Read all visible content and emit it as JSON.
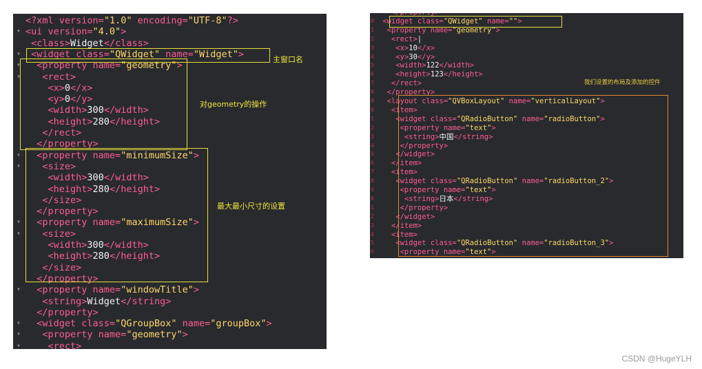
{
  "left_panel": {
    "lines": [
      {
        "g": "",
        "parts": [
          [
            "decl",
            "<?xml "
          ],
          [
            "attr",
            "version="
          ],
          [
            "str",
            "\"1.0\""
          ],
          [
            "attr",
            " encoding="
          ],
          [
            "str",
            "\"UTF-8\""
          ],
          [
            "decl",
            "?>"
          ]
        ]
      },
      {
        "g": "▾",
        "parts": [
          [
            "tag",
            "<ui "
          ],
          [
            "attr",
            "version="
          ],
          [
            "str",
            "\"4.0\""
          ],
          [
            "tag",
            ">"
          ]
        ]
      },
      {
        "g": "",
        "parts": [
          [
            "txt",
            " "
          ],
          [
            "tag",
            "<class>"
          ],
          [
            "txt",
            "Widget"
          ],
          [
            "tag",
            "</class>"
          ]
        ]
      },
      {
        "g": "▾",
        "parts": [
          [
            "txt",
            " "
          ],
          [
            "tag",
            "<widget "
          ],
          [
            "attr",
            "class="
          ],
          [
            "str",
            "\"QWidget\""
          ],
          [
            "attr",
            " name="
          ],
          [
            "str",
            "\"Widget\""
          ],
          [
            "tag",
            ">"
          ]
        ]
      },
      {
        "g": "▾",
        "parts": [
          [
            "txt",
            "  "
          ],
          [
            "tag",
            "<property "
          ],
          [
            "attr",
            "name="
          ],
          [
            "str",
            "\"geometry\""
          ],
          [
            "tag",
            ">"
          ]
        ]
      },
      {
        "g": "▾",
        "parts": [
          [
            "txt",
            "   "
          ],
          [
            "tag",
            "<rect>"
          ]
        ]
      },
      {
        "g": "",
        "parts": [
          [
            "txt",
            "    "
          ],
          [
            "tag",
            "<x>"
          ],
          [
            "txt",
            "0"
          ],
          [
            "tag",
            "</x>"
          ]
        ]
      },
      {
        "g": "",
        "parts": [
          [
            "txt",
            "    "
          ],
          [
            "tag",
            "<y>"
          ],
          [
            "txt",
            "0"
          ],
          [
            "tag",
            "</y>"
          ]
        ]
      },
      {
        "g": "",
        "parts": [
          [
            "txt",
            "    "
          ],
          [
            "tag",
            "<width>"
          ],
          [
            "txt",
            "300"
          ],
          [
            "tag",
            "</width>"
          ]
        ]
      },
      {
        "g": "",
        "parts": [
          [
            "txt",
            "    "
          ],
          [
            "tag",
            "<height>"
          ],
          [
            "txt",
            "280"
          ],
          [
            "tag",
            "</height>"
          ]
        ]
      },
      {
        "g": "",
        "parts": [
          [
            "txt",
            "   "
          ],
          [
            "tag",
            "</rect>"
          ]
        ]
      },
      {
        "g": "",
        "parts": [
          [
            "txt",
            "  "
          ],
          [
            "tag",
            "</property>"
          ]
        ]
      },
      {
        "g": "▾",
        "parts": [
          [
            "txt",
            "  "
          ],
          [
            "tag",
            "<property "
          ],
          [
            "attr",
            "name="
          ],
          [
            "str",
            "\"minimumSize\""
          ],
          [
            "tag",
            ">"
          ]
        ]
      },
      {
        "g": "▾",
        "parts": [
          [
            "txt",
            "   "
          ],
          [
            "tag",
            "<size>"
          ]
        ]
      },
      {
        "g": "",
        "parts": [
          [
            "txt",
            "    "
          ],
          [
            "tag",
            "<width>"
          ],
          [
            "txt",
            "300"
          ],
          [
            "tag",
            "</width>"
          ]
        ]
      },
      {
        "g": "",
        "parts": [
          [
            "txt",
            "    "
          ],
          [
            "tag",
            "<height>"
          ],
          [
            "txt",
            "280"
          ],
          [
            "tag",
            "</height>"
          ]
        ]
      },
      {
        "g": "",
        "parts": [
          [
            "txt",
            "   "
          ],
          [
            "tag",
            "</size>"
          ]
        ]
      },
      {
        "g": "",
        "parts": [
          [
            "txt",
            "  "
          ],
          [
            "tag",
            "</property>"
          ]
        ]
      },
      {
        "g": "▾",
        "parts": [
          [
            "txt",
            "  "
          ],
          [
            "tag",
            "<property "
          ],
          [
            "attr",
            "name="
          ],
          [
            "str",
            "\"maximumSize\""
          ],
          [
            "tag",
            ">"
          ]
        ]
      },
      {
        "g": "▾",
        "parts": [
          [
            "txt",
            "   "
          ],
          [
            "tag",
            "<size>"
          ]
        ]
      },
      {
        "g": "",
        "parts": [
          [
            "txt",
            "    "
          ],
          [
            "tag",
            "<width>"
          ],
          [
            "txt",
            "300"
          ],
          [
            "tag",
            "</width>"
          ]
        ]
      },
      {
        "g": "",
        "parts": [
          [
            "txt",
            "    "
          ],
          [
            "tag",
            "<height>"
          ],
          [
            "txt",
            "280"
          ],
          [
            "tag",
            "</height>"
          ]
        ]
      },
      {
        "g": "",
        "parts": [
          [
            "txt",
            "   "
          ],
          [
            "tag",
            "</size>"
          ]
        ]
      },
      {
        "g": "",
        "parts": [
          [
            "txt",
            "  "
          ],
          [
            "tag",
            "</property>"
          ]
        ]
      },
      {
        "g": "▾",
        "parts": [
          [
            "txt",
            "  "
          ],
          [
            "tag",
            "<property "
          ],
          [
            "attr",
            "name="
          ],
          [
            "str",
            "\"windowTitle\""
          ],
          [
            "tag",
            ">"
          ]
        ]
      },
      {
        "g": "",
        "parts": [
          [
            "txt",
            "   "
          ],
          [
            "tag",
            "<string>"
          ],
          [
            "txt",
            "Widget"
          ],
          [
            "tag",
            "</string>"
          ]
        ]
      },
      {
        "g": "",
        "parts": [
          [
            "txt",
            "  "
          ],
          [
            "tag",
            "</property>"
          ]
        ]
      },
      {
        "g": "▾",
        "parts": [
          [
            "txt",
            "  "
          ],
          [
            "tag",
            "<widget "
          ],
          [
            "attr",
            "class="
          ],
          [
            "str",
            "\"QGroupBox\""
          ],
          [
            "attr",
            " name="
          ],
          [
            "str",
            "\"groupBox\""
          ],
          [
            "tag",
            ">"
          ]
        ]
      },
      {
        "g": "▾",
        "parts": [
          [
            "txt",
            "   "
          ],
          [
            "tag",
            "<property "
          ],
          [
            "attr",
            "name="
          ],
          [
            "str",
            "\"geometry\""
          ],
          [
            "tag",
            ">"
          ]
        ]
      },
      {
        "g": "▾",
        "parts": [
          [
            "txt",
            "    "
          ],
          [
            "tag",
            "<rect>"
          ]
        ]
      }
    ],
    "annotations": {
      "main_window_name": "主窗口名",
      "geometry_op": "对geometry的操作",
      "size_settings": "最大最小尺寸的设置"
    }
  },
  "right_panel": {
    "lines": [
      {
        "g": "",
        "parts": [
          [
            "tag",
            "   </property>"
          ]
        ]
      },
      {
        "g": "0",
        "parts": [
          [
            "txt",
            " "
          ],
          [
            "tag",
            "<widget "
          ],
          [
            "attr",
            "class="
          ],
          [
            "str",
            "\"QWidget\""
          ],
          [
            "attr",
            " name="
          ],
          [
            "str",
            "\"\""
          ],
          [
            "tag",
            ">"
          ]
        ]
      },
      {
        "g": "1",
        "parts": [
          [
            "txt",
            "  "
          ],
          [
            "tag",
            "<property "
          ],
          [
            "attr",
            "name="
          ],
          [
            "str",
            "\"geometry\""
          ],
          [
            "tag",
            ">"
          ]
        ]
      },
      {
        "g": "2",
        "parts": [
          [
            "txt",
            "   "
          ],
          [
            "tag",
            "<rect>"
          ],
          [
            "txt",
            "|"
          ]
        ]
      },
      {
        "g": "3",
        "parts": [
          [
            "txt",
            "    "
          ],
          [
            "tag",
            "<x>"
          ],
          [
            "txt",
            "10"
          ],
          [
            "tag",
            "</x>"
          ]
        ]
      },
      {
        "g": "4",
        "parts": [
          [
            "txt",
            "    "
          ],
          [
            "tag",
            "<y>"
          ],
          [
            "txt",
            "30"
          ],
          [
            "tag",
            "</y>"
          ]
        ]
      },
      {
        "g": "5",
        "parts": [
          [
            "txt",
            "    "
          ],
          [
            "tag",
            "<width>"
          ],
          [
            "txt",
            "122"
          ],
          [
            "tag",
            "</width>"
          ]
        ]
      },
      {
        "g": "6",
        "parts": [
          [
            "txt",
            "    "
          ],
          [
            "tag",
            "<height>"
          ],
          [
            "txt",
            "123"
          ],
          [
            "tag",
            "</height>"
          ]
        ]
      },
      {
        "g": "7",
        "parts": [
          [
            "txt",
            "   "
          ],
          [
            "tag",
            "</rect>"
          ]
        ]
      },
      {
        "g": "8",
        "parts": [
          [
            "txt",
            "  "
          ],
          [
            "tag",
            "</property>"
          ]
        ]
      },
      {
        "g": "9",
        "parts": [
          [
            "txt",
            "  "
          ],
          [
            "tag",
            "<layout "
          ],
          [
            "attr",
            "class="
          ],
          [
            "str",
            "\"QVBoxLayout\""
          ],
          [
            "attr",
            " name="
          ],
          [
            "str",
            "\"verticalLayout\""
          ],
          [
            "tag",
            ">"
          ]
        ]
      },
      {
        "g": "0",
        "parts": [
          [
            "txt",
            "   "
          ],
          [
            "tag",
            "<item>"
          ]
        ]
      },
      {
        "g": "1",
        "parts": [
          [
            "txt",
            "    "
          ],
          [
            "tag",
            "<widget "
          ],
          [
            "attr",
            "class="
          ],
          [
            "str",
            "\"QRadioButton\""
          ],
          [
            "attr",
            " name="
          ],
          [
            "str",
            "\"radioButton\""
          ],
          [
            "tag",
            ">"
          ]
        ]
      },
      {
        "g": "2",
        "parts": [
          [
            "txt",
            "     "
          ],
          [
            "tag",
            "<property "
          ],
          [
            "attr",
            "name="
          ],
          [
            "str",
            "\"text\""
          ],
          [
            "tag",
            ">"
          ]
        ]
      },
      {
        "g": "3",
        "parts": [
          [
            "txt",
            "      "
          ],
          [
            "tag",
            "<string>"
          ],
          [
            "txt",
            "中国"
          ],
          [
            "tag",
            "</string>"
          ]
        ]
      },
      {
        "g": "4",
        "parts": [
          [
            "txt",
            "     "
          ],
          [
            "tag",
            "</property>"
          ]
        ]
      },
      {
        "g": "5",
        "parts": [
          [
            "txt",
            "    "
          ],
          [
            "tag",
            "</widget>"
          ]
        ]
      },
      {
        "g": "6",
        "parts": [
          [
            "txt",
            "   "
          ],
          [
            "tag",
            "</item>"
          ]
        ]
      },
      {
        "g": "7",
        "parts": [
          [
            "txt",
            "   "
          ],
          [
            "tag",
            "<item>"
          ]
        ]
      },
      {
        "g": "8",
        "parts": [
          [
            "txt",
            "    "
          ],
          [
            "tag",
            "<widget "
          ],
          [
            "attr",
            "class="
          ],
          [
            "str",
            "\"QRadioButton\""
          ],
          [
            "attr",
            " name="
          ],
          [
            "str",
            "\"radioButton_2\""
          ],
          [
            "tag",
            ">"
          ]
        ]
      },
      {
        "g": "9",
        "parts": [
          [
            "txt",
            "     "
          ],
          [
            "tag",
            "<property "
          ],
          [
            "attr",
            "name="
          ],
          [
            "str",
            "\"text\""
          ],
          [
            "tag",
            ">"
          ]
        ]
      },
      {
        "g": "0",
        "parts": [
          [
            "txt",
            "      "
          ],
          [
            "tag",
            "<string>"
          ],
          [
            "txt",
            "日本"
          ],
          [
            "tag",
            "</string>"
          ]
        ]
      },
      {
        "g": "1",
        "parts": [
          [
            "txt",
            "     "
          ],
          [
            "tag",
            "</property>"
          ]
        ]
      },
      {
        "g": "2",
        "parts": [
          [
            "txt",
            "    "
          ],
          [
            "tag",
            "</widget>"
          ]
        ]
      },
      {
        "g": "3",
        "parts": [
          [
            "txt",
            "   "
          ],
          [
            "tag",
            "</item>"
          ]
        ]
      },
      {
        "g": "4",
        "parts": [
          [
            "txt",
            "   "
          ],
          [
            "tag",
            "<item>"
          ]
        ]
      },
      {
        "g": "5",
        "parts": [
          [
            "txt",
            "    "
          ],
          [
            "tag",
            "<widget "
          ],
          [
            "attr",
            "class="
          ],
          [
            "str",
            "\"QRadioButton\""
          ],
          [
            "attr",
            " name="
          ],
          [
            "str",
            "\"radioButton_3\""
          ],
          [
            "tag",
            ">"
          ]
        ]
      },
      {
        "g": "6",
        "parts": [
          [
            "txt",
            "     "
          ],
          [
            "tag",
            "<property "
          ],
          [
            "attr",
            "name="
          ],
          [
            "str",
            "\"text\""
          ],
          [
            "tag",
            ">"
          ]
        ]
      }
    ],
    "annotations": {
      "layout_and_controls": "我们设置的布局及添加的控件"
    }
  },
  "watermark": "CSDN @HugeYLH"
}
